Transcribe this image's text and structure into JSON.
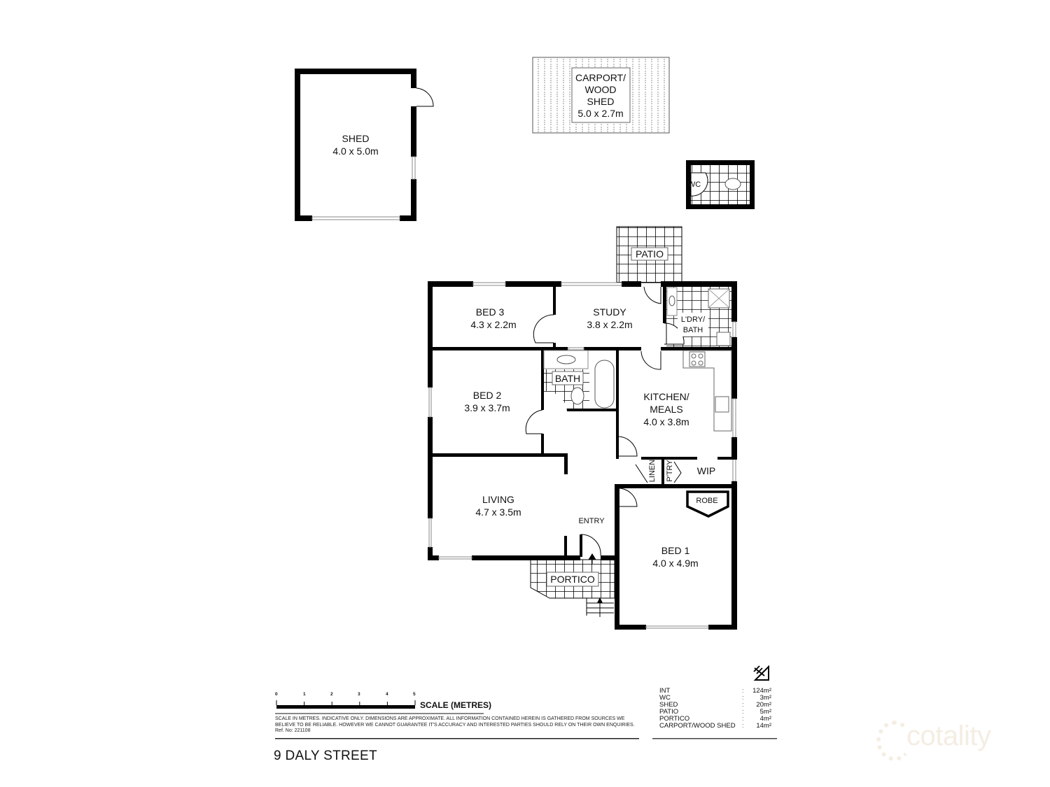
{
  "title": "9 DALY STREET",
  "rooms": {
    "shed": {
      "name": "SHED",
      "dims": "4.0 x 5.0m"
    },
    "carport": {
      "line1": "CARPORT/",
      "line2": "WOOD",
      "line3": "SHED",
      "dims": "5.0 x 2.7m"
    },
    "wc": {
      "name": "WC"
    },
    "patio": {
      "name": "PATIO"
    },
    "bed3": {
      "name": "BED 3",
      "dims": "4.3 x 2.2m"
    },
    "study": {
      "name": "STUDY",
      "dims": "3.8 x 2.2m"
    },
    "ldry": {
      "line1": "L'DRY/",
      "line2": "BATH"
    },
    "bed2": {
      "name": "BED 2",
      "dims": "3.9 x 3.7m"
    },
    "bath": {
      "name": "BATH"
    },
    "kitchen": {
      "line1": "KITCHEN/",
      "line2": "MEALS",
      "dims": "4.0 x 3.8m"
    },
    "linen": {
      "name": "LINEN"
    },
    "ptry": {
      "name": "P'TRY"
    },
    "wip": {
      "name": "WIP"
    },
    "living": {
      "name": "LIVING",
      "dims": "4.7 x 3.5m"
    },
    "entry": {
      "name": "ENTRY"
    },
    "robe": {
      "name": "ROBE"
    },
    "bed1": {
      "name": "BED 1",
      "dims": "4.0 x 4.9m"
    },
    "portico": {
      "name": "PORTICO"
    }
  },
  "scale": {
    "ticks": [
      "0",
      "1",
      "2",
      "3",
      "4",
      "5"
    ],
    "label": "SCALE (METRES)"
  },
  "disclaimer": {
    "text": "SCALE IN METRES. INDICATIVE ONLY. DIMENSIONS ARE APPROXIMATE. ALL INFORMATION CONTAINED HEREIN IS GATHERED FROM SOURCES WE BELIEVE TO BE RELIABLE. HOWEVER WE CANNOT GUARANTEE IT'S ACCURACY AND INTERESTED PARTIES SHOULD RELY ON THEIR OWN ENQUIRIES.",
    "ref": "Ref. No: 221108"
  },
  "areas": [
    {
      "label": "INT",
      "value": "124m²"
    },
    {
      "label": "WC",
      "value": "3m²"
    },
    {
      "label": "SHED",
      "value": "20m²"
    },
    {
      "label": "PATIO",
      "value": "5m²"
    },
    {
      "label": "PORTICO",
      "value": "4m²"
    },
    {
      "label": "CARPORT/WOOD SHED",
      "value": "14m²"
    }
  ],
  "compass": {
    "icon": "north-arrow-icon"
  },
  "brand": {
    "name": "cotality",
    "color": "#f4ede2"
  }
}
